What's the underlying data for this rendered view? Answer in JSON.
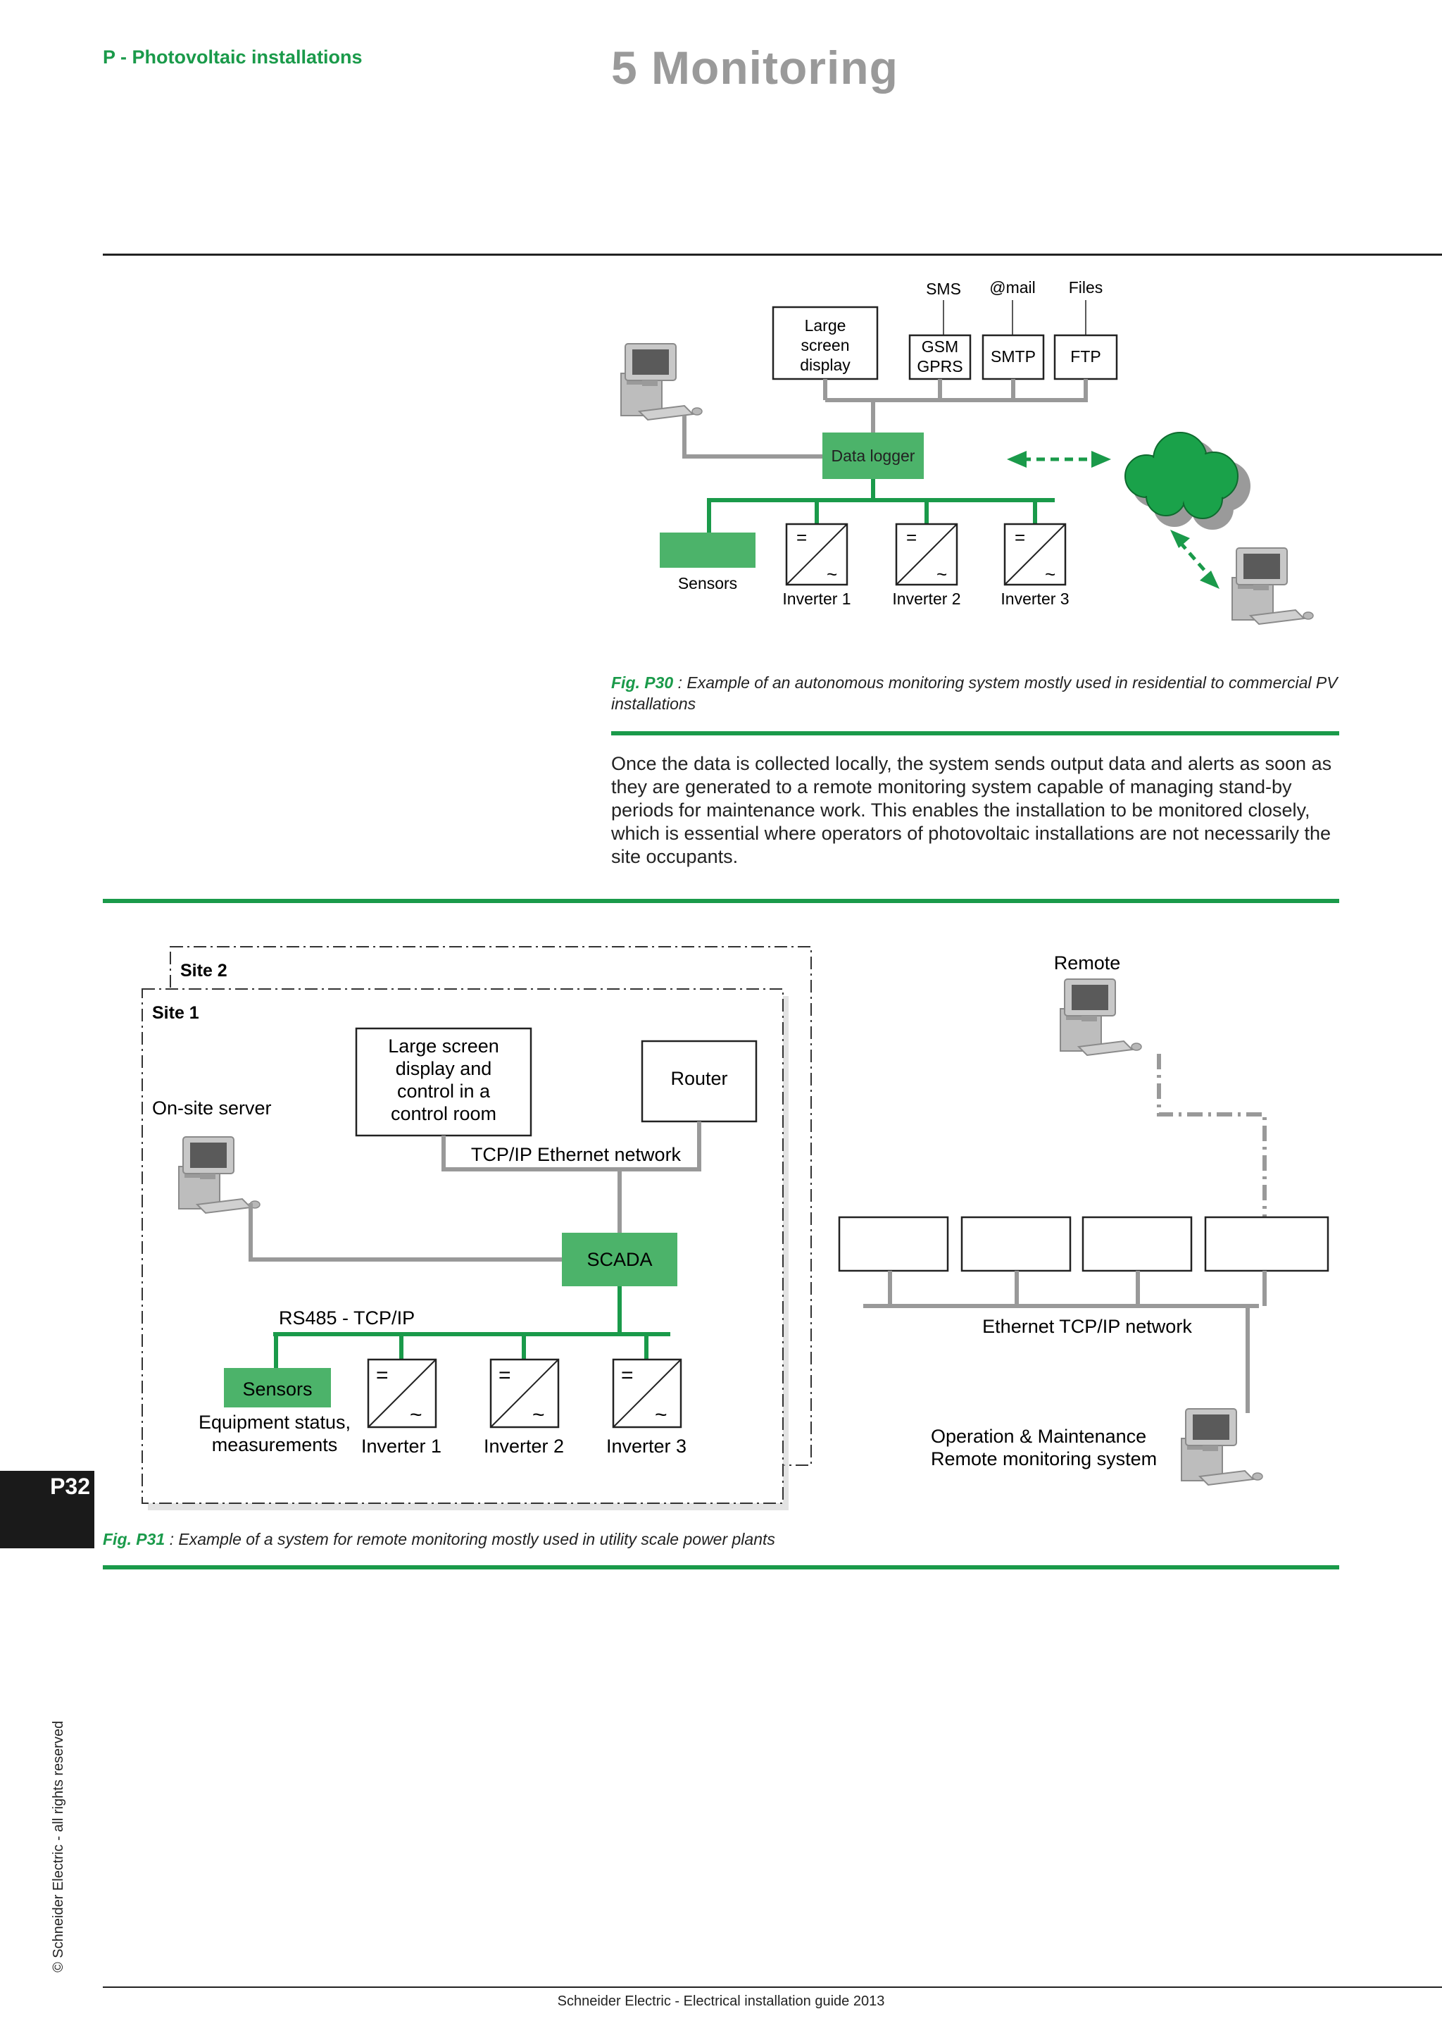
{
  "header": {
    "section": "P - Photovoltaic installations",
    "title": "5  Monitoring"
  },
  "fig30": {
    "labels": {
      "sms": "SMS",
      "mail": "@mail",
      "files": "Files",
      "large_screen_l1": "Large",
      "large_screen_l2": "screen",
      "large_screen_l3": "display",
      "gsm_l1": "GSM",
      "gsm_l2": "GPRS",
      "smtp": "SMTP",
      "ftp": "FTP",
      "data_logger": "Data logger",
      "sensors": "Sensors",
      "inverter1": "Inverter 1",
      "inverter2": "Inverter 2",
      "inverter3": "Inverter 3",
      "dc_symbol": "=",
      "ac_symbol": "~"
    },
    "caption_id": "Fig. P30",
    "caption_text": " : Example of an autonomous monitoring system mostly used in residential to commercial PV installations"
  },
  "body_paragraph": "Once the data is collected locally, the system sends output data and alerts as soon as they are generated to a remote monitoring system capable of managing stand-by periods for maintenance work. This enables the installation to be monitored closely, which is essential where operators of photovoltaic installations are not necessarily the site occupants.",
  "fig31": {
    "labels": {
      "site2": "Site 2",
      "site1": "Site 1",
      "large_screen_l1": "Large screen",
      "large_screen_l2": "display and",
      "large_screen_l3": "control in a",
      "large_screen_l4": "control room",
      "router": "Router",
      "onsite_server": "On-site server",
      "tcpip": "TCP/IP Ethernet network",
      "scada": "SCADA",
      "rs485": "RS485 - TCP/IP",
      "sensors": "Sensors",
      "equip_l1": "Equipment status,",
      "equip_l2": "measurements",
      "inverter1": "Inverter 1",
      "inverter2": "Inverter 2",
      "inverter3": "Inverter 3",
      "remote": "Remote",
      "ethernet": "Ethernet TCP/IP network",
      "om_l1": "Operation & Maintenance",
      "om_l2": "Remote monitoring system",
      "dc_symbol": "=",
      "ac_symbol": "~"
    },
    "caption_id": "Fig. P31",
    "caption_text": " : Example of a system for remote monitoring mostly used in utility scale power plants"
  },
  "page_number": "P32",
  "copyright": "© Schneider Electric - all rights reserved",
  "footer": "Schneider Electric - Electrical installation guide 2013",
  "colors": {
    "accent_green": "#1a9a4a",
    "box_green": "#4cb36a",
    "line_gray": "#999999"
  },
  "icons": [
    "computer-icon",
    "cloud-icon",
    "dashed-double-arrow-icon",
    "inverter-icon"
  ]
}
